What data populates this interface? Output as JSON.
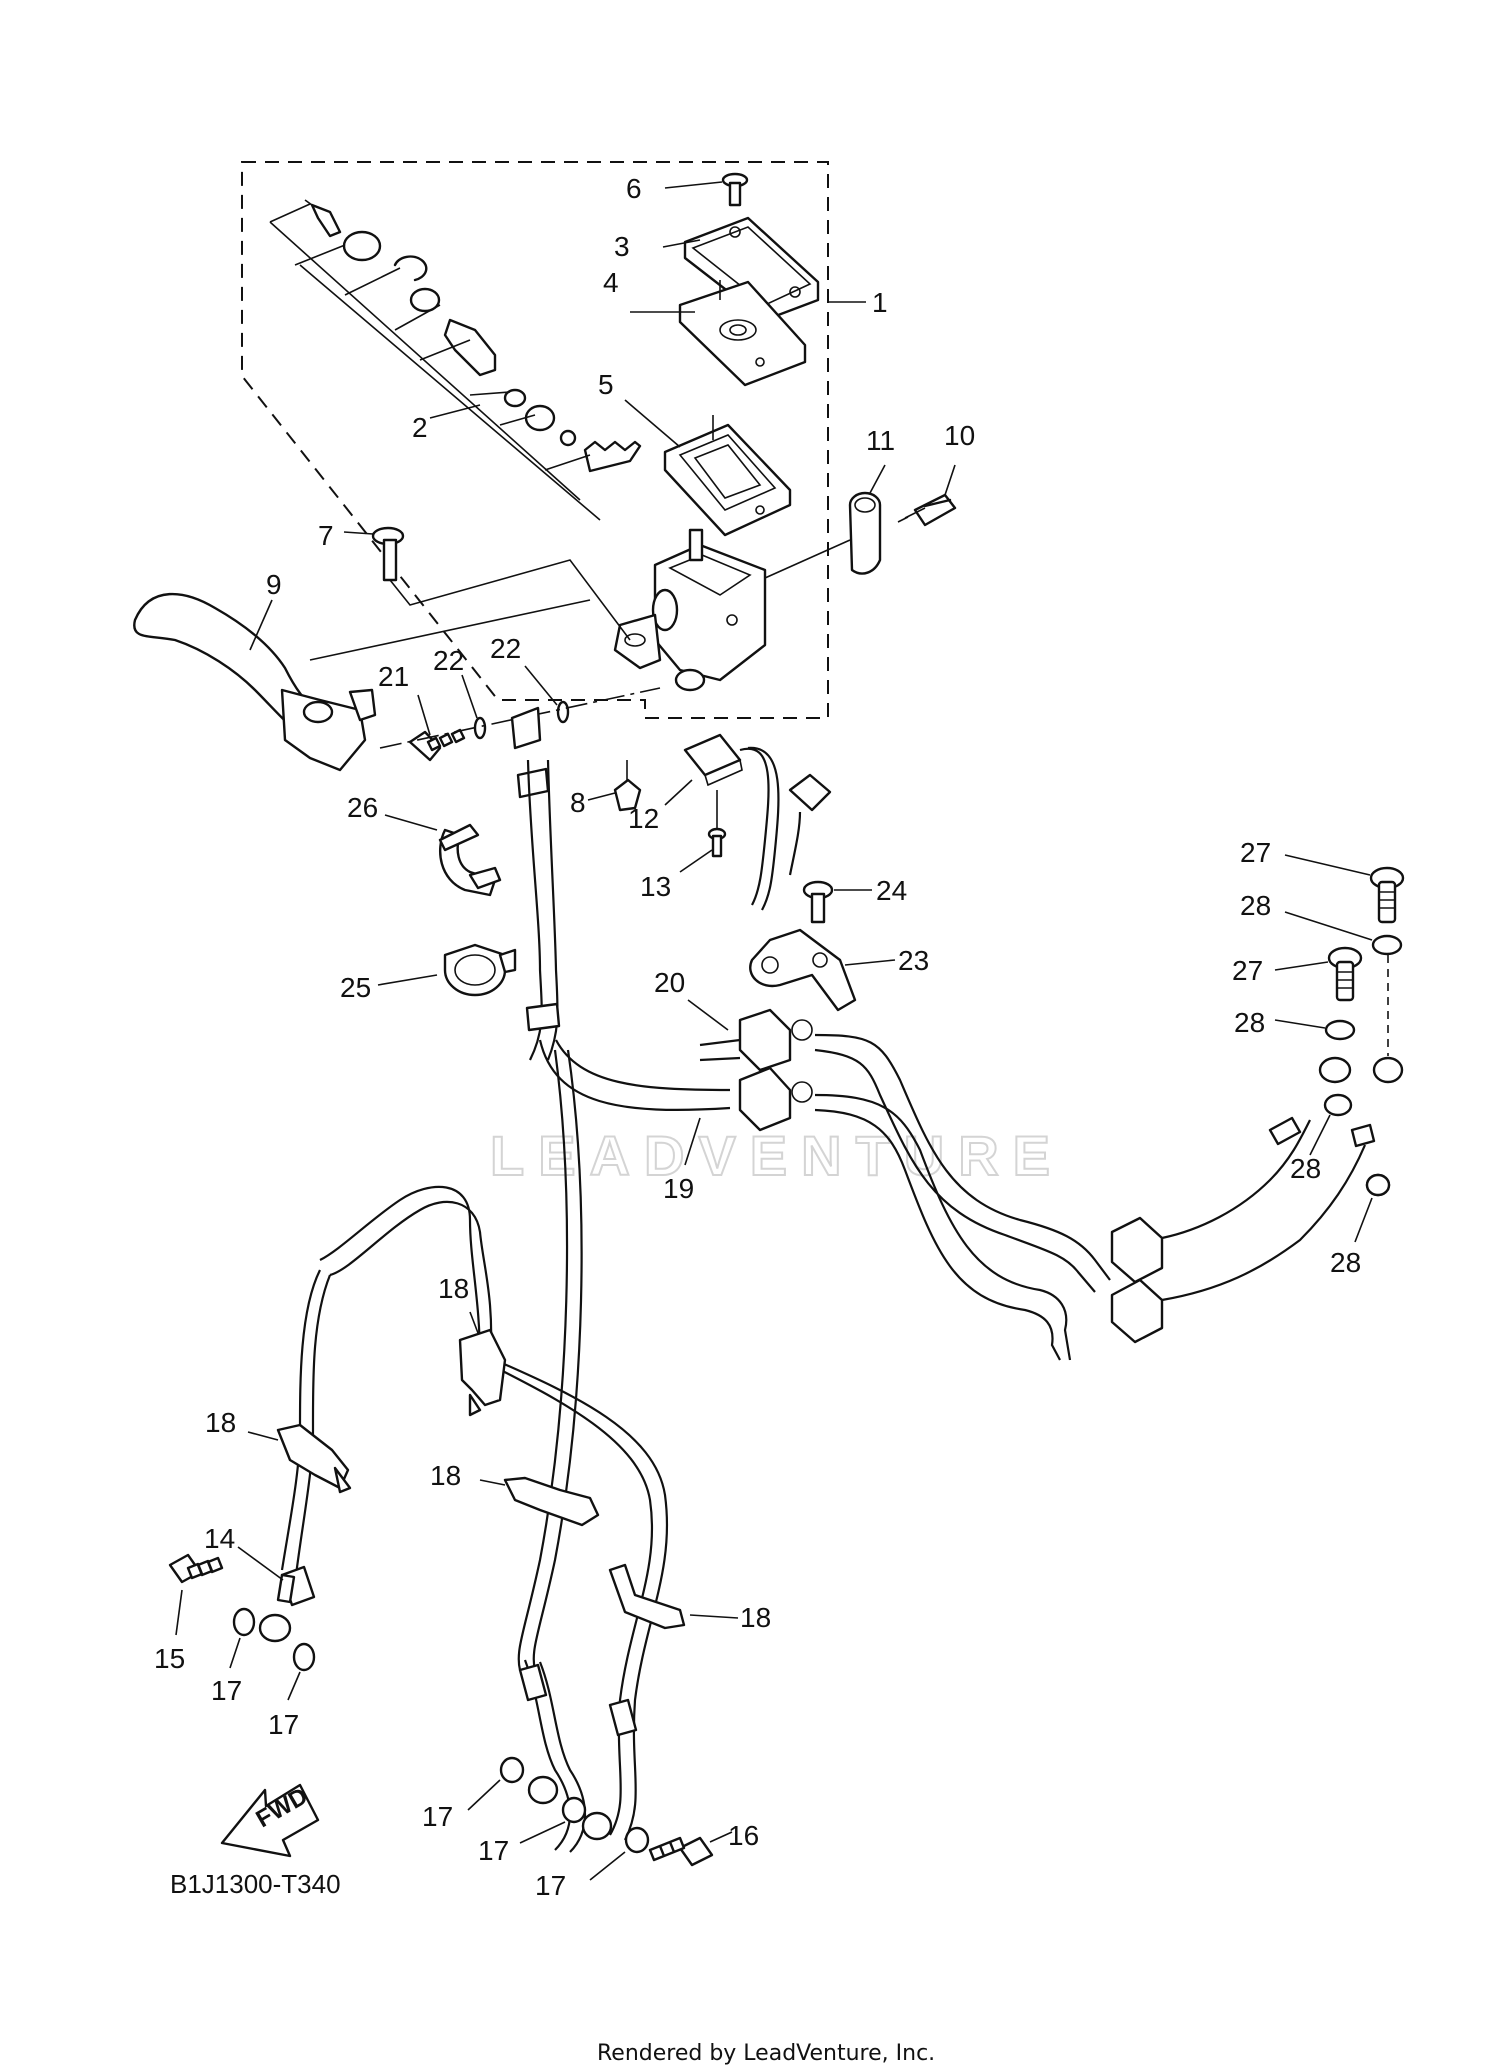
{
  "diagram": {
    "watermark": "LEADVENTURE",
    "code": "B1J1300-T340",
    "footer": "Rendered by LeadVenture, Inc.",
    "fwd_label": "FWD",
    "callouts": [
      {
        "id": "c1",
        "text": "1"
      },
      {
        "id": "c2",
        "text": "2"
      },
      {
        "id": "c3",
        "text": "3"
      },
      {
        "id": "c4",
        "text": "4"
      },
      {
        "id": "c5",
        "text": "5"
      },
      {
        "id": "c6",
        "text": "6"
      },
      {
        "id": "c7",
        "text": "7"
      },
      {
        "id": "c8",
        "text": "8"
      },
      {
        "id": "c9",
        "text": "9"
      },
      {
        "id": "c10",
        "text": "10"
      },
      {
        "id": "c11",
        "text": "11"
      },
      {
        "id": "c12",
        "text": "12"
      },
      {
        "id": "c13",
        "text": "13"
      },
      {
        "id": "c14",
        "text": "14"
      },
      {
        "id": "c15",
        "text": "15"
      },
      {
        "id": "c16",
        "text": "16"
      },
      {
        "id": "c17a",
        "text": "17"
      },
      {
        "id": "c17b",
        "text": "17"
      },
      {
        "id": "c17c",
        "text": "17"
      },
      {
        "id": "c17d",
        "text": "17"
      },
      {
        "id": "c17e",
        "text": "17"
      },
      {
        "id": "c18a",
        "text": "18"
      },
      {
        "id": "c18b",
        "text": "18"
      },
      {
        "id": "c18c",
        "text": "18"
      },
      {
        "id": "c18d",
        "text": "18"
      },
      {
        "id": "c19",
        "text": "19"
      },
      {
        "id": "c20",
        "text": "20"
      },
      {
        "id": "c21",
        "text": "21"
      },
      {
        "id": "c22a",
        "text": "22"
      },
      {
        "id": "c22b",
        "text": "22"
      },
      {
        "id": "c23",
        "text": "23"
      },
      {
        "id": "c24",
        "text": "24"
      },
      {
        "id": "c25",
        "text": "25"
      },
      {
        "id": "c26",
        "text": "26"
      },
      {
        "id": "c27a",
        "text": "27"
      },
      {
        "id": "c27b",
        "text": "27"
      },
      {
        "id": "c28a",
        "text": "28"
      },
      {
        "id": "c28b",
        "text": "28"
      },
      {
        "id": "c28c",
        "text": "28"
      },
      {
        "id": "c28d",
        "text": "28"
      }
    ]
  }
}
